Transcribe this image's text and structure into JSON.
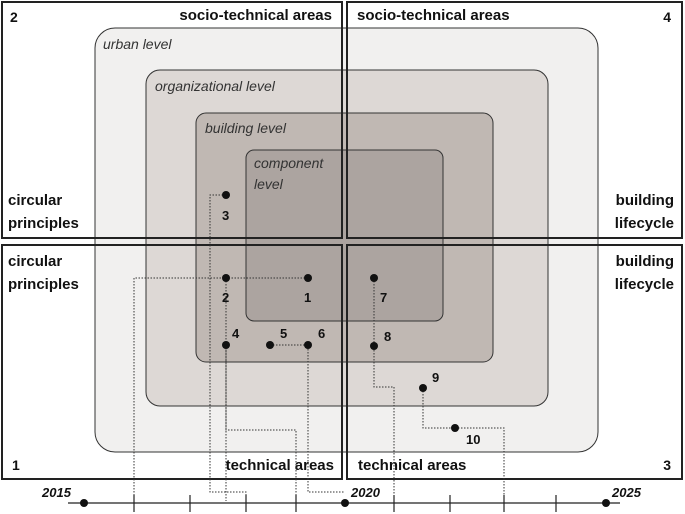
{
  "levels": {
    "urban": "urban level",
    "organizational": "organizational level",
    "building": "building level",
    "component_line1": "component",
    "component_line2": "level"
  },
  "quadrants": {
    "q1": {
      "number": "1",
      "top_left_line1": "circular",
      "top_left_line2": "principles",
      "bottom_label": "technical areas"
    },
    "q2": {
      "number": "2",
      "top_label": "socio-technical areas",
      "left_line1": "circular",
      "left_line2": "principles"
    },
    "q3": {
      "number": "3",
      "top_right_line1": "building",
      "top_right_line2": "lifecycle",
      "bottom_label": "technical areas"
    },
    "q4": {
      "number": "4",
      "top_label": "socio-technical areas",
      "right_line1": "building",
      "right_line2": "lifecycle"
    }
  },
  "points": [
    "1",
    "2",
    "3",
    "4",
    "5",
    "6",
    "7",
    "8",
    "9",
    "10"
  ],
  "timeline": {
    "years": [
      "2015",
      "2020",
      "2025"
    ]
  },
  "colors": {
    "urban_fill": "#f1f0ef",
    "organizational_fill": "#ddd8d5",
    "building_fill": "#c0b8b3",
    "component_fill": "#aca4a0",
    "border": "#222222"
  }
}
